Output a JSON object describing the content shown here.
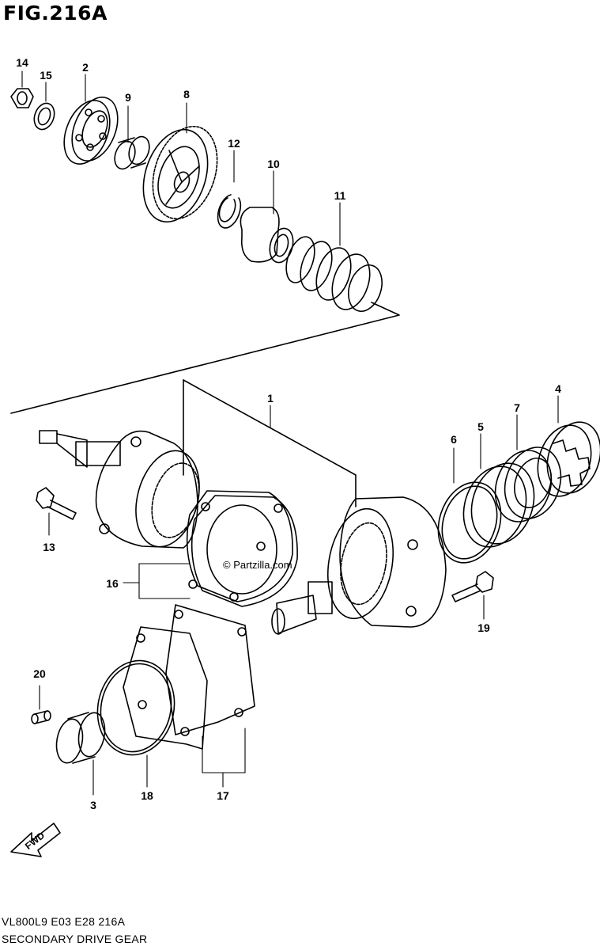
{
  "figure_title": "FIG.216A",
  "footer_code": "VL800L9  E03  E28  216A",
  "footer_name": "SECONDARY DRIVE GEAR",
  "watermark": "© Partzilla.com",
  "fwd_label": "FWD",
  "callouts": {
    "c1": "1",
    "c2": "2",
    "c3": "3",
    "c4": "4",
    "c5": "5",
    "c6": "6",
    "c7": "7",
    "c8": "8",
    "c9": "9",
    "c10": "10",
    "c11": "11",
    "c12": "12",
    "c13": "13",
    "c14": "14",
    "c15": "15",
    "c16": "16",
    "c17": "17",
    "c18": "18",
    "c19": "19",
    "c20": "20"
  },
  "colors": {
    "line": "#000000",
    "background": "#ffffff"
  }
}
